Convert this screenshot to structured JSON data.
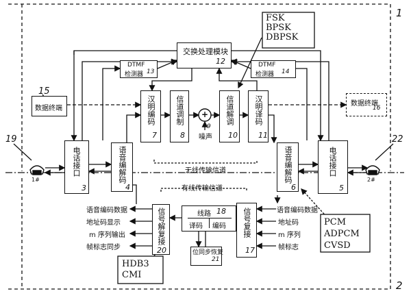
{
  "diagram": {
    "corner_labels": {
      "top_right": "1",
      "bottom_right": "2"
    },
    "blocks": {
      "switch": {
        "label": "交换处理模块",
        "num": "12"
      },
      "dtmf_left": {
        "label_top": "DTMF",
        "label_bottom": "检测器",
        "num": "13"
      },
      "dtmf_right": {
        "label_top": "DTMF",
        "label_bottom": "检测器",
        "num": "14"
      },
      "data_term_left": {
        "label": "数据终端",
        "num": "15"
      },
      "data_term_right": {
        "label": "数据终端",
        "num": "16"
      },
      "phone_iface_left": {
        "label": "电话接口",
        "num": "3"
      },
      "phone_iface_right": {
        "label": "电话接口",
        "num": "5"
      },
      "voice_codec_left": {
        "label": "语音编解码",
        "num": "4"
      },
      "voice_codec_right": {
        "label": "语音编解码",
        "num": "6"
      },
      "channel_encode": {
        "label": "汉明编码",
        "num": "7"
      },
      "channel_mod": {
        "label": "信道调制",
        "num": "8"
      },
      "channel_demod": {
        "label": "信道解调",
        "num": "10"
      },
      "channel_decode": {
        "label": "汉明译码",
        "num": "11"
      },
      "noise": {
        "label": "噪声",
        "num": "9",
        "symbol": "+"
      },
      "demux": {
        "label": "信号解复接",
        "num": "20"
      },
      "mux": {
        "label": "信号复接",
        "num": "17"
      },
      "line": {
        "label": "线路",
        "num": "18",
        "left": "译码",
        "right": "编码"
      },
      "bitsync": {
        "label": "位同步恢复",
        "num": "21"
      }
    },
    "channels": {
      "wireless": "无线传输信道",
      "wired": "有线传输信道"
    },
    "phones": {
      "left_num": "19",
      "left_tag": "1#",
      "right_num": "22",
      "right_tag": "2#"
    },
    "callouts": {
      "modulation": [
        "FSK",
        "BPSK",
        "DBPSK"
      ],
      "speech": [
        "PCM",
        "ADPCM",
        "CVSD"
      ],
      "line_code": [
        "HDB3",
        "CMI"
      ]
    },
    "demux_outputs": [
      "语音编码数据",
      "地址码显示",
      "m 序列输出",
      "帧标志同步"
    ],
    "mux_inputs": [
      "语音编码数据",
      "地址码",
      "m 序列",
      "帧标志"
    ]
  }
}
